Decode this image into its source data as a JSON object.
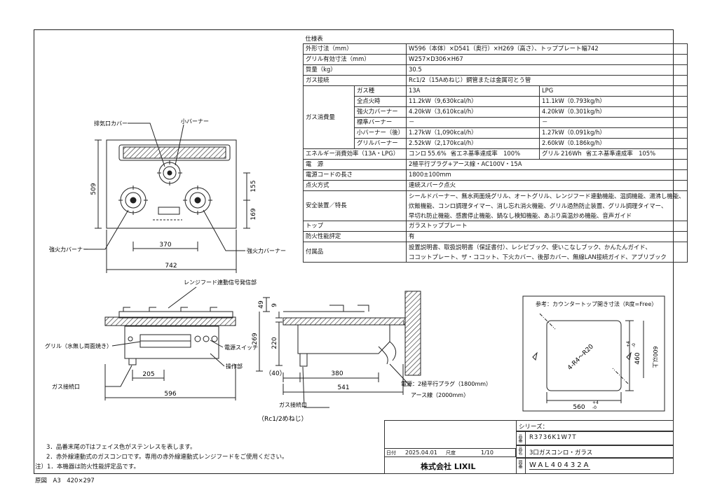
{
  "spec_table": {
    "title": "仕様表",
    "rows": {
      "dimensions": {
        "label": "外形寸法（mm）",
        "value": "W596（本体）×D541（奥行）×H269（高さ）、トッププレート幅742"
      },
      "grill_dims": {
        "label": "グリル有効寸法（mm）",
        "value": "W257×D306×H67"
      },
      "mass": {
        "label": "質量（kg）",
        "value": "30.5"
      },
      "gas_connection": {
        "label": "ガス接続",
        "value": "Rc1/2（15Aめねじ）鋼管または金属可とう管"
      },
      "gas_consumption": {
        "label": "ガス消費量",
        "header": {
          "name": "ガス種",
          "col1": "13A",
          "col2": "LPG"
        },
        "items": [
          {
            "name": "全点火時",
            "v13a": "11.2kW（9,630kcal/h）",
            "vlpg": "11.1kW（0.793kg/h）"
          },
          {
            "name": "強火力バーナー",
            "v13a": "4.20kW（3,610kcal/h）",
            "vlpg": "4.20kW（0.301kg/h）"
          },
          {
            "name": "標準バーナー",
            "v13a": "－",
            "vlpg": "－"
          },
          {
            "name": "小バーナー（後）",
            "v13a": "1.27kW（1,090kcal/h）",
            "vlpg": "1.27kW（0.091kg/h）"
          },
          {
            "name": "グリルバーナー",
            "v13a": "2.52kW（2,170kcal/h）",
            "vlpg": "2.60kW（0.186kg/h）"
          }
        ]
      },
      "energy": {
        "label": "エネルギー消費効率（13A・LPG）",
        "konro_label": "コンロ",
        "konro_value": "55.6%",
        "konro_rate": "省エネ基準達成率　100%",
        "grill_label": "グリル",
        "grill_value": "216Wh",
        "grill_rate": "省エネ基準達成率　105%"
      },
      "power": {
        "label": "電　源",
        "value": "2極平行プラグ+アース線・AC100V・15A"
      },
      "cord": {
        "label": "電源コードの長さ",
        "value": "1800±100mm"
      },
      "ignition": {
        "label": "点火方式",
        "value": "連続スパーク点火"
      },
      "safety": {
        "label": "安全装置／特長",
        "lines": [
          "シールドバーナー、無水両面焼グリル、オートグリル、レンジフード連動機能、温調機能、湯沸し機能、",
          "炊飯機能、コンロ調理タイマー、消し忘れ消火機能、グリル過熱防止装置、グリル調理タイマー、",
          "早切れ防止機能、感震停止機能、鍋なし検知機能、あぶり高温炒め機能、音声ガイド"
        ]
      },
      "top": {
        "label": "トップ",
        "value": "ガラストッププレート"
      },
      "fire": {
        "label": "防火性能評定",
        "value": "有"
      },
      "accessories": {
        "label": "付属品",
        "lines": [
          "設置説明書、取扱説明書（保証書付）、レシピブック、使いこなしブック、かんたんガイド、",
          "ココットプレート、ザ・ココット、下火カバー、後部カバー、無線LAN接続ガイド、アプリブック"
        ]
      }
    }
  },
  "top_view": {
    "labels": {
      "exhaust": "排気口カバー",
      "small_burner": "小バーナー",
      "strong_left": "強火力バーナー",
      "strong_right": "強火力バーナー"
    },
    "dims": {
      "depth": "509",
      "d155": "155",
      "d169": "169",
      "w370": "370",
      "w742": "742"
    }
  },
  "front_view": {
    "labels": {
      "hood_signal": "レンジフード連動信号発信部",
      "grill": "グリル（水無し両面焼き）",
      "power_switch": "電源スイッチ",
      "control": "操作部",
      "gas_inlet": "ガス接続口"
    },
    "dims": {
      "w205": "205",
      "w596": "596"
    }
  },
  "side_view": {
    "labels": {
      "power_cord": "電源：2極平行プラグ（1800mm）",
      "earth": "アース線（2000mm）",
      "gas_inlet": "ガス接続口",
      "gas_thread": "（Rc1/2めねじ）"
    },
    "dims": {
      "h49": "49",
      "h9": "9",
      "h269": "269",
      "h220": "220",
      "d40": "（40）",
      "d380": "380",
      "d541": "541"
    }
  },
  "countertop": {
    "title": "参考：カウンタートップ開き寸法（R度=Free）",
    "radius": "4-R4～R20",
    "w560": "560",
    "w560_tol_plus": "+4",
    "w560_tol_minus": "-0",
    "h460": "460",
    "h460_tol_plus": "+4",
    "h460_tol_minus": "-0",
    "dim600": "600以上"
  },
  "notes": [
    "3．品番末尾のTはフェイス色がステンレスを表します。",
    "2．赤外線連動式のガスコンロです。専用の赤外線連動式レンジフードをご使用ください。",
    "注）1．本機器は防火性能評定品です。"
  ],
  "footer": "原図　A3　420×297",
  "title_block": {
    "series_label": "シリーズ：",
    "model_label": "品番",
    "model": "R3736K1W7T",
    "name_label": "品名",
    "name": "3口ガスコンロ・ガラス",
    "date_label": "日付",
    "date": "2025.04.01",
    "scale_label": "尺度",
    "scale": "1/10",
    "company": "株式会社 LIXIL",
    "drawing_label": "図番",
    "drawing_no": "WAL40432A"
  }
}
